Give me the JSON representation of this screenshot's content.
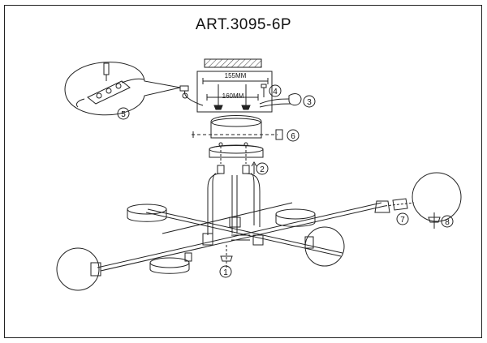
{
  "header": {
    "title": "ART.3095-6P"
  },
  "dimensions": {
    "width_label": "155MM",
    "spacing_label": "160MM"
  },
  "steps": [
    {
      "label": "1"
    },
    {
      "label": "2"
    },
    {
      "label": "3"
    },
    {
      "label": "4"
    },
    {
      "label": "5"
    },
    {
      "label": "6"
    },
    {
      "label": "7"
    },
    {
      "label": "8"
    }
  ],
  "colors": {
    "line": "#222222",
    "hatch": "#555555"
  }
}
